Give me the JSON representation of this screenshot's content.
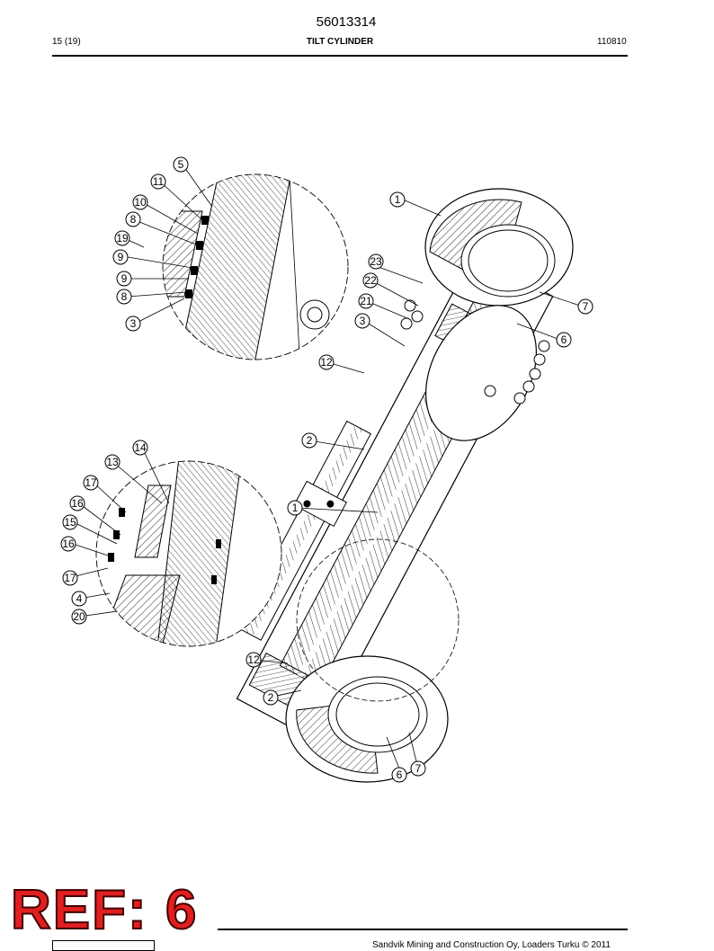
{
  "header": {
    "doc_number": "56013314",
    "page": "15 (19)",
    "title": "TILT CYLINDER",
    "date": "110810"
  },
  "footer": {
    "ref_stamp": "REF: 6",
    "copyright": "Sandvik Mining and Construction Oy, Loaders Turku © 2011"
  },
  "callouts": [
    "1",
    "1",
    "2",
    "2",
    "3",
    "3",
    "4",
    "5",
    "6",
    "6",
    "7",
    "7",
    "8",
    "8",
    "9",
    "9",
    "10",
    "11",
    "12",
    "12",
    "13",
    "14",
    "15",
    "16",
    "16",
    "17",
    "17",
    "19",
    "20",
    "21",
    "22",
    "23"
  ]
}
